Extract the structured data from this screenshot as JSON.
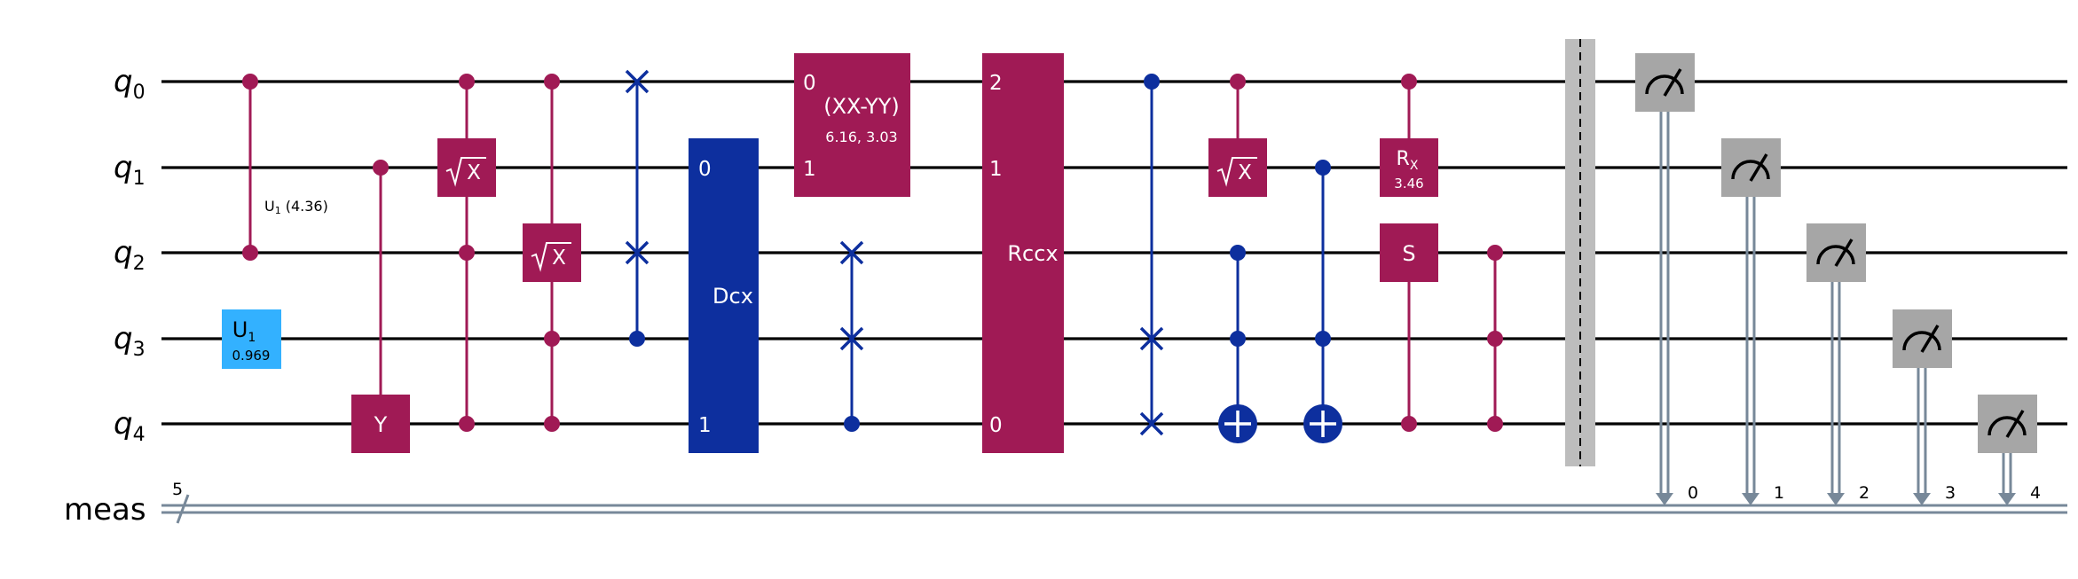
{
  "colors": {
    "magenta": "#a01a55",
    "blue": "#0d2f9e",
    "cyan": "#33b1ff",
    "measure_gray": "#a6a6a6",
    "classical": "#778899",
    "barrier": "#bdbdbd"
  },
  "wires": {
    "qubits": [
      {
        "name": "q",
        "index": "0"
      },
      {
        "name": "q",
        "index": "1"
      },
      {
        "name": "q",
        "index": "2"
      },
      {
        "name": "q",
        "index": "3"
      },
      {
        "name": "q",
        "index": "4"
      }
    ],
    "classical_label": "meas",
    "classical_size": "5"
  },
  "gates": {
    "cu1_label": "U",
    "cu1_sub": "1",
    "cu1_param": "(4.36)",
    "u1_label": "U",
    "u1_sub": "1",
    "u1_param": "0.969",
    "y_label": "Y",
    "sx_label": "X",
    "dcx_label": "Dcx",
    "dcx_port_top": "0",
    "dcx_port_bottom": "1",
    "xxyy_label": "(XX-YY)",
    "xxyy_params": "6.16, 3.03",
    "xxyy_port_top": "0",
    "xxyy_port_bottom": "1",
    "rccx_label": "Rccx",
    "rccx_port_q0": "2",
    "rccx_port_q1": "1",
    "rccx_port_q4": "0",
    "rx_label": "R",
    "rx_sub": "X",
    "rx_param": "3.46",
    "s_label": "S"
  },
  "measurements": [
    {
      "qubit": 0,
      "bit": "0"
    },
    {
      "qubit": 1,
      "bit": "1"
    },
    {
      "qubit": 2,
      "bit": "2"
    },
    {
      "qubit": 3,
      "bit": "3"
    },
    {
      "qubit": 4,
      "bit": "4"
    }
  ]
}
